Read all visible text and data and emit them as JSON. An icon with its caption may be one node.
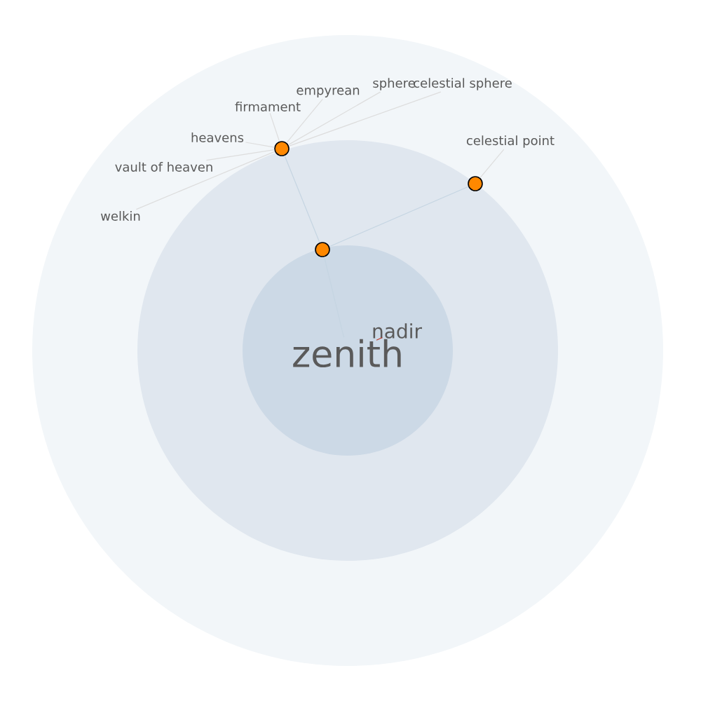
{
  "diagram": {
    "nodes": [
      {
        "text": [
          "zenith"
        ]
      },
      {
        "text": [
          "nadir"
        ]
      },
      {
        "text": [],
        "shape": "circle"
      },
      {
        "text": [],
        "shape": "circle"
      },
      {
        "text": [],
        "shape": "circle"
      },
      {
        "text": [
          "heavens"
        ]
      },
      {
        "text": [
          "firmament"
        ]
      },
      {
        "text": [
          "empyrean"
        ]
      },
      {
        "text": [
          "sphere"
        ]
      },
      {
        "text": [
          "celestial sphere"
        ]
      },
      {
        "text": [
          "vault of heaven"
        ]
      },
      {
        "text": [
          "welkin"
        ]
      },
      {
        "text": [
          "celestial point"
        ]
      }
    ],
    "edges": [
      {
        "from": 0,
        "to": 1,
        "arrow": "none",
        "color": "#c0392b"
      },
      {
        "from": 0,
        "to": 2,
        "arrow": "none",
        "color": "#c5d5e2"
      },
      {
        "from": 2,
        "to": 3,
        "arrow": "none",
        "color": "#c5d5e2"
      },
      {
        "from": 2,
        "to": 4,
        "arrow": "none",
        "color": "#c5d5e2"
      },
      {
        "from": 3,
        "to": 5,
        "arrow": "none"
      },
      {
        "from": 3,
        "to": 6,
        "arrow": "none"
      },
      {
        "from": 3,
        "to": 7,
        "arrow": "none"
      },
      {
        "from": 3,
        "to": 8,
        "arrow": "none"
      },
      {
        "from": 3,
        "to": 9,
        "arrow": "none"
      },
      {
        "from": 3,
        "to": 10,
        "arrow": "none"
      },
      {
        "from": 3,
        "to": 11,
        "arrow": "none"
      },
      {
        "from": 4,
        "to": 12,
        "arrow": "none"
      }
    ]
  }
}
